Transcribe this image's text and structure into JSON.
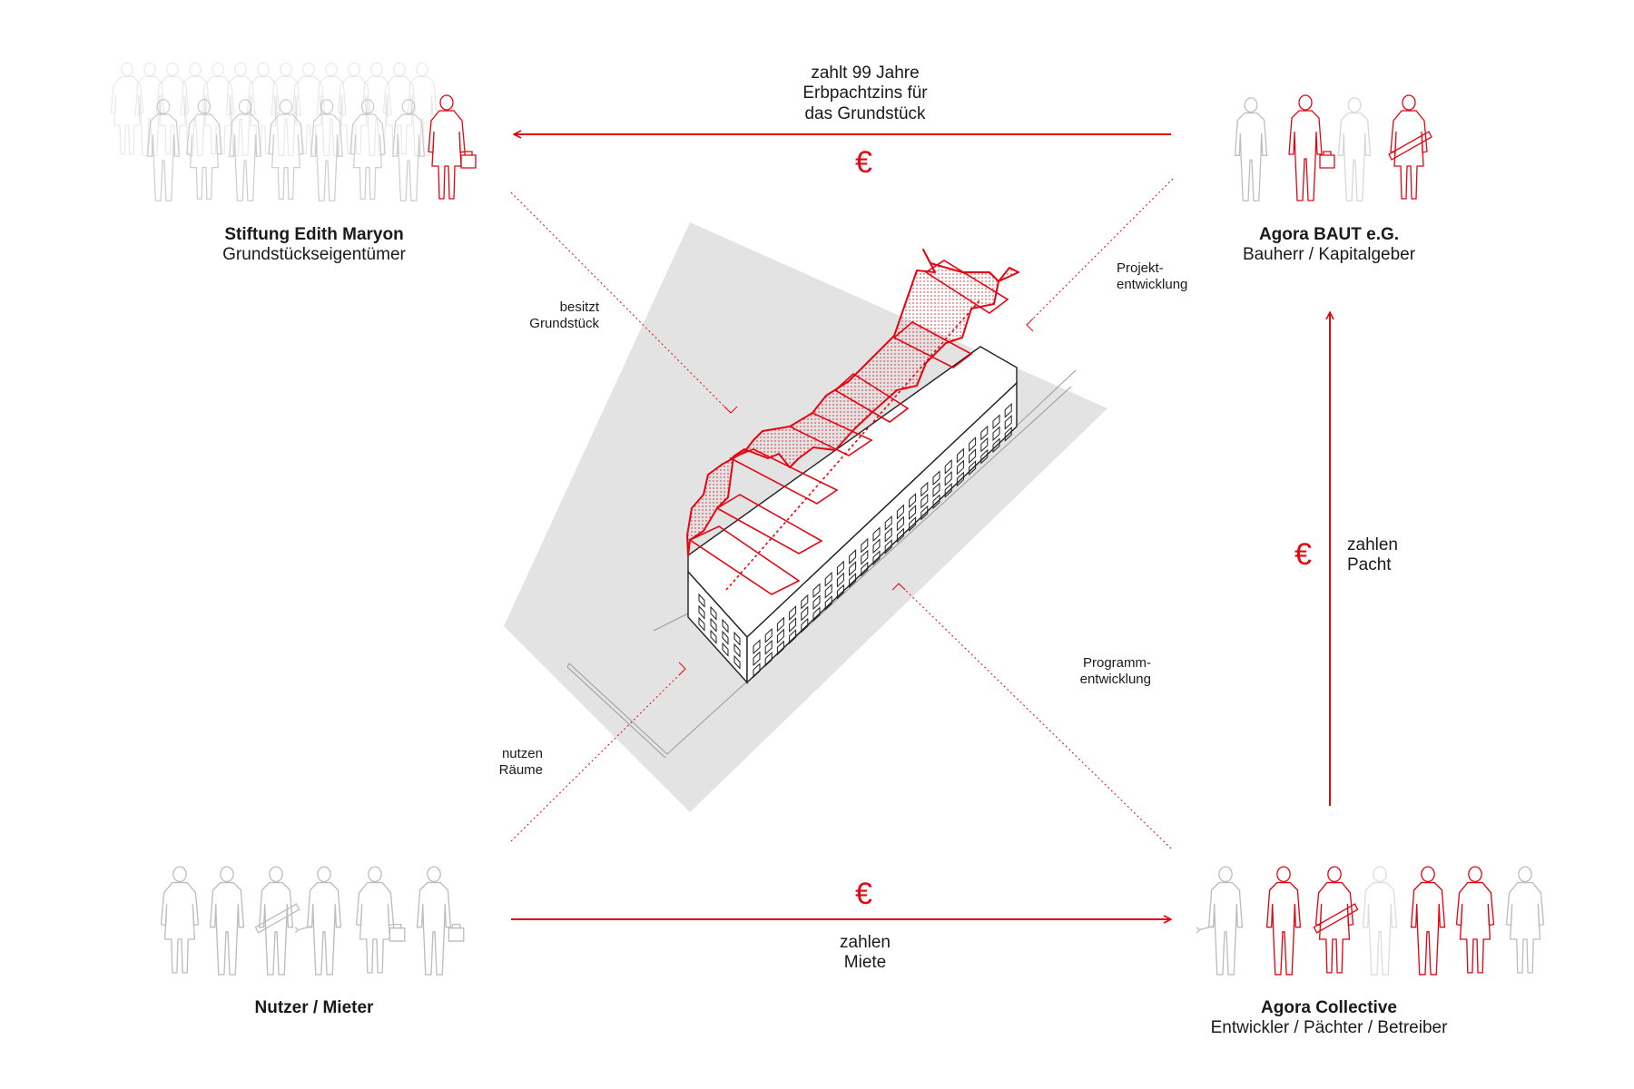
{
  "colors": {
    "accent": "#e30613",
    "figure_grey": "#bdbdbd",
    "site_grey": "#e3e3e3",
    "text": "#1a1a1a"
  },
  "parties": {
    "foundation": {
      "name": "Stiftung Edith Maryon",
      "role": "Grundstückseigentümer"
    },
    "cooperative": {
      "name": "Agora BAUT e.G.",
      "role": "Bauherr / Kapitalgeber"
    },
    "users": {
      "name": "Nutzer / Mieter"
    },
    "collective": {
      "name": "Agora Collective",
      "role": "Entwickler / Pächter / Betreiber"
    }
  },
  "flows": {
    "top": {
      "line1": "zahlt 99 Jahre",
      "line2": "Erbpachtzins für",
      "line3": "das Grundstück",
      "currency": "€"
    },
    "right": {
      "line1": "zahlen",
      "line2": "Pacht",
      "currency": "€"
    },
    "bottom": {
      "line1": "zahlen",
      "line2": "Miete",
      "currency": "€"
    }
  },
  "relations": {
    "owns": {
      "line1": "besitzt",
      "line2": "Grundstück"
    },
    "project": {
      "line1": "Projekt-",
      "line2": "entwicklung"
    },
    "program": {
      "line1": "Programm-",
      "line2": "entwicklung"
    },
    "use": {
      "line1": "nutzen",
      "line2": "Räume"
    }
  },
  "icons": [
    "person-silhouette-icon",
    "euro-icon",
    "arrow-left-icon",
    "arrow-right-icon",
    "arrow-up-icon",
    "building-axonometric-icon"
  ]
}
